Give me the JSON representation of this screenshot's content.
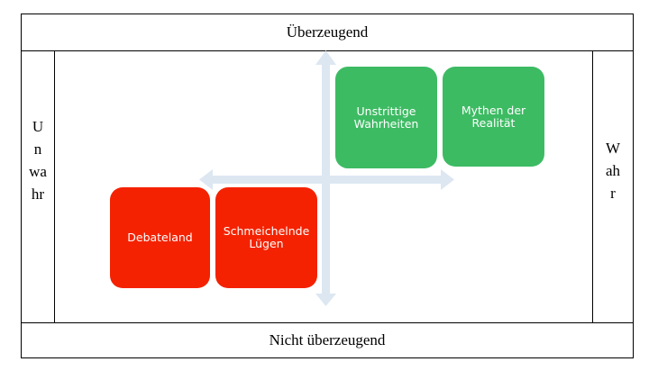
{
  "labels": {
    "top": "Überzeugend",
    "bottom": "Nicht überzeugend",
    "left": "Unwahr",
    "right": "Wahr"
  },
  "quadrants": {
    "top_left": "Unstrittige Wahrheiten",
    "top_right": "Mythen der Realität",
    "bottom_left": "Debateland",
    "bottom_right": "Schmeichelnde Lügen"
  },
  "colors": {
    "green": "#3dbb63",
    "red": "#f42200",
    "arrow": "#dde7f2"
  }
}
